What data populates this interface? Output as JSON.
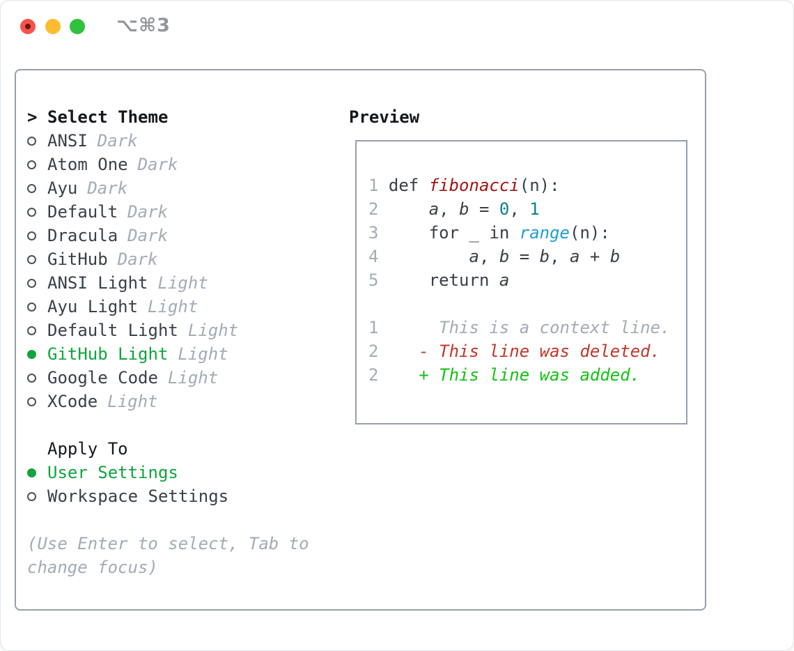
{
  "window": {
    "title": "⌥⌘3"
  },
  "colors": {
    "accent_green": "#0fa53c",
    "muted_gray": "#a3abb8",
    "item_fg": "#394049",
    "heading_fg": "#15181c",
    "panel_border": "#95a0ad",
    "dot_border": "#4a515b",
    "func_red": "#a31513",
    "builtin_blue": "#1d9ed6",
    "num_teal": "#0d7f8c",
    "deleted_red": "#c2362a",
    "added_green": "#14c114",
    "traffic_red": "#f5544d",
    "traffic_red_dot": "#6e1310",
    "traffic_yellow": "#fbbd2e",
    "traffic_green": "#2ec23e",
    "titlebar_fg": "#93979d"
  },
  "theme_selector": {
    "heading_prefix": ">",
    "heading": "Select Theme",
    "items": [
      {
        "name": "ANSI",
        "variant": "Dark",
        "selected": false
      },
      {
        "name": "Atom One",
        "variant": "Dark",
        "selected": false
      },
      {
        "name": "Ayu",
        "variant": "Dark",
        "selected": false
      },
      {
        "name": "Default",
        "variant": "Dark",
        "selected": false
      },
      {
        "name": "Dracula",
        "variant": "Dark",
        "selected": false
      },
      {
        "name": "GitHub",
        "variant": "Dark",
        "selected": false
      },
      {
        "name": "ANSI Light",
        "variant": "Light",
        "selected": false
      },
      {
        "name": "Ayu Light",
        "variant": "Light",
        "selected": false
      },
      {
        "name": "Default Light",
        "variant": "Light",
        "selected": false
      },
      {
        "name": "GitHub Light",
        "variant": "Light",
        "selected": true
      },
      {
        "name": "Google Code",
        "variant": "Light",
        "selected": false
      },
      {
        "name": "XCode",
        "variant": "Light",
        "selected": false
      }
    ]
  },
  "apply_to": {
    "heading": "Apply To",
    "options": [
      {
        "label": "User Settings",
        "selected": true
      },
      {
        "label": "Workspace Settings",
        "selected": false
      }
    ]
  },
  "hint_lines": [
    "(Use Enter to select, Tab to",
    "change focus)"
  ],
  "preview": {
    "heading": "Preview",
    "code_lines": [
      {
        "no": "1",
        "segments": [
          {
            "text": "def ",
            "style": "code"
          },
          {
            "text": "fibonacci",
            "style": "func"
          },
          {
            "text": "(n):",
            "style": "code"
          }
        ]
      },
      {
        "no": "2",
        "segments": [
          {
            "text": "    ",
            "style": "code"
          },
          {
            "text": "a",
            "style": "var"
          },
          {
            "text": ", ",
            "style": "code"
          },
          {
            "text": "b",
            "style": "var"
          },
          {
            "text": " = ",
            "style": "code"
          },
          {
            "text": "0",
            "style": "num"
          },
          {
            "text": ", ",
            "style": "code"
          },
          {
            "text": "1",
            "style": "num"
          }
        ]
      },
      {
        "no": "3",
        "segments": [
          {
            "text": "    for _ in ",
            "style": "code"
          },
          {
            "text": "range",
            "style": "builtin"
          },
          {
            "text": "(n):",
            "style": "code"
          }
        ]
      },
      {
        "no": "4",
        "segments": [
          {
            "text": "        ",
            "style": "code"
          },
          {
            "text": "a",
            "style": "var"
          },
          {
            "text": ", ",
            "style": "code"
          },
          {
            "text": "b",
            "style": "var"
          },
          {
            "text": " = ",
            "style": "code"
          },
          {
            "text": "b",
            "style": "var"
          },
          {
            "text": ", ",
            "style": "code"
          },
          {
            "text": "a",
            "style": "var"
          },
          {
            "text": " + ",
            "style": "code"
          },
          {
            "text": "b",
            "style": "var"
          }
        ]
      },
      {
        "no": "5",
        "segments": [
          {
            "text": "    return ",
            "style": "code"
          },
          {
            "text": "a",
            "style": "var"
          }
        ]
      },
      {
        "no": "",
        "segments": []
      },
      {
        "no": "1",
        "segments": [
          {
            "text": "     This is a context line.",
            "style": "context"
          }
        ]
      },
      {
        "no": "2",
        "segments": [
          {
            "text": "   - This line was deleted.",
            "style": "deleted"
          }
        ]
      },
      {
        "no": "2",
        "segments": [
          {
            "text": "   + This line was added.",
            "style": "added"
          }
        ]
      }
    ]
  }
}
